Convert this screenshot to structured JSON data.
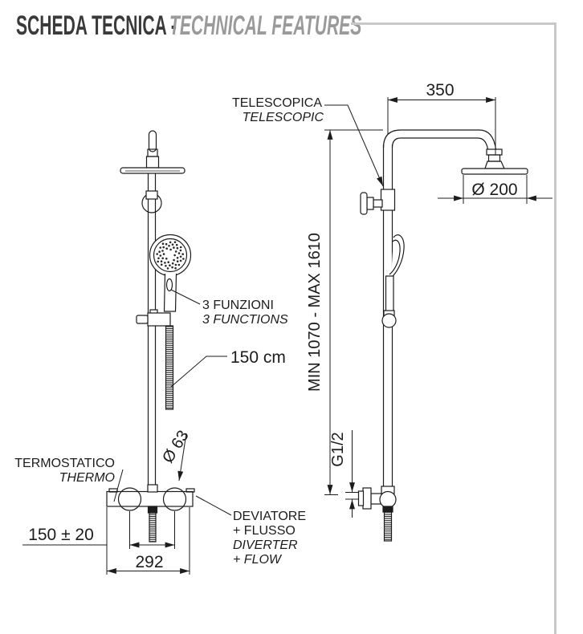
{
  "header": {
    "title_it": "SCHEDA TECNICA -",
    "title_en": "TECHNICAL FEATURES"
  },
  "labels": {
    "telescopic_it": "TELESCOPICA",
    "telescopic_en": "TELESCOPIC",
    "functions_it": "3 FUNZIONI",
    "functions_en": "3 FUNCTIONS",
    "hose_length": "150 cm",
    "thermo_it": "TERMOSTATICO",
    "thermo_en": "THERMO",
    "diverter_line1": "DEVIATORE",
    "diverter_line2": "+ FLUSSO",
    "diverter_line3": "DIVERTER",
    "diverter_line4": "+ FLOW"
  },
  "dimensions": {
    "arm_length": "350",
    "head_diameter": "Ø 200",
    "height_range": "MIN 1070 - MAX 1610",
    "knob_diameter": "Ø 63",
    "valve_spacing": "150 ± 20",
    "valve_width": "292",
    "connection_thread": "G1/2"
  },
  "colors": {
    "line": "#1c1c1c",
    "rule": "#c8c8c8",
    "title_primary": "#3a3a3a",
    "title_secondary": "#9a9a9a"
  }
}
